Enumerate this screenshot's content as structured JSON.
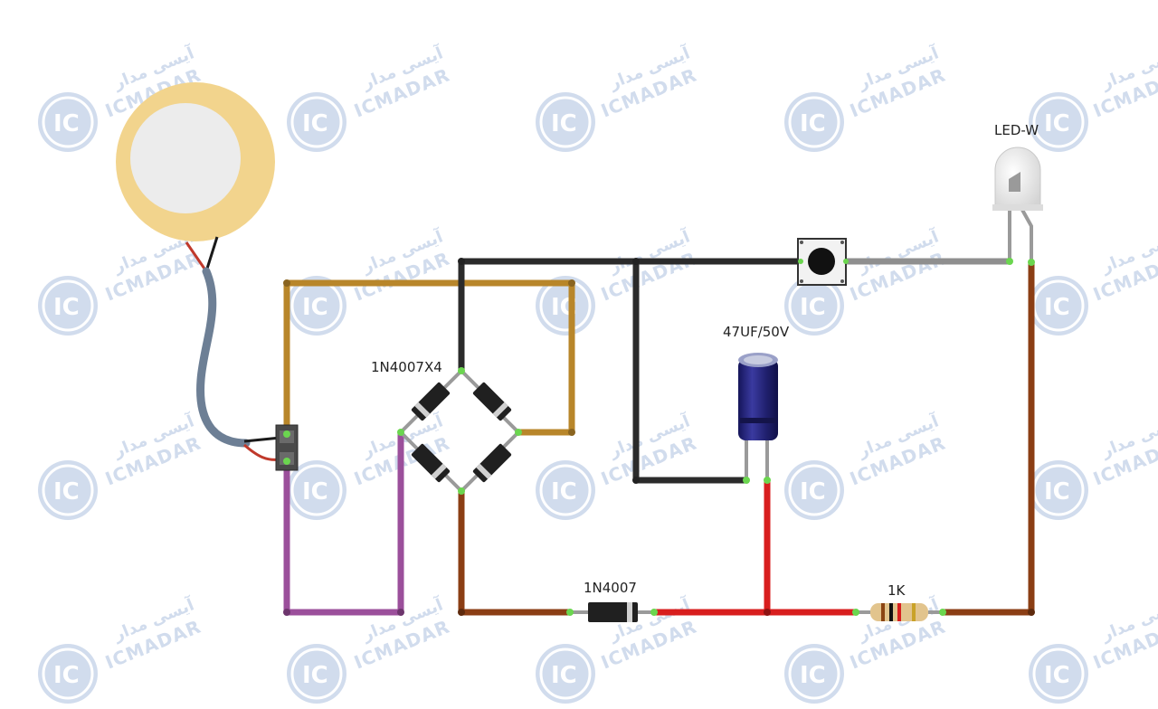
{
  "watermark": {
    "brand_latin": "ICMADAR",
    "brand_persian": "آیسی مدار",
    "logo_text": "IC"
  },
  "labels": {
    "bridge": "1N4007X4",
    "capacitor": "47UF/50V",
    "led": "LED-W",
    "diode": "1N4007",
    "resistor": "1K"
  },
  "colors": {
    "piezo_ring": "#f2d48d",
    "piezo_center": "#ececec",
    "wire_black": "#2b2b2b",
    "wire_gold": "#b8862a",
    "wire_purple": "#9b4f9b",
    "wire_brown": "#8b3e14",
    "wire_red": "#d81e1e",
    "wire_gray": "#8f8f8f",
    "wire_blue_gray": "#6d7f95",
    "capacitor_body": "#25257a",
    "terminal_green": "#6bd64f"
  }
}
